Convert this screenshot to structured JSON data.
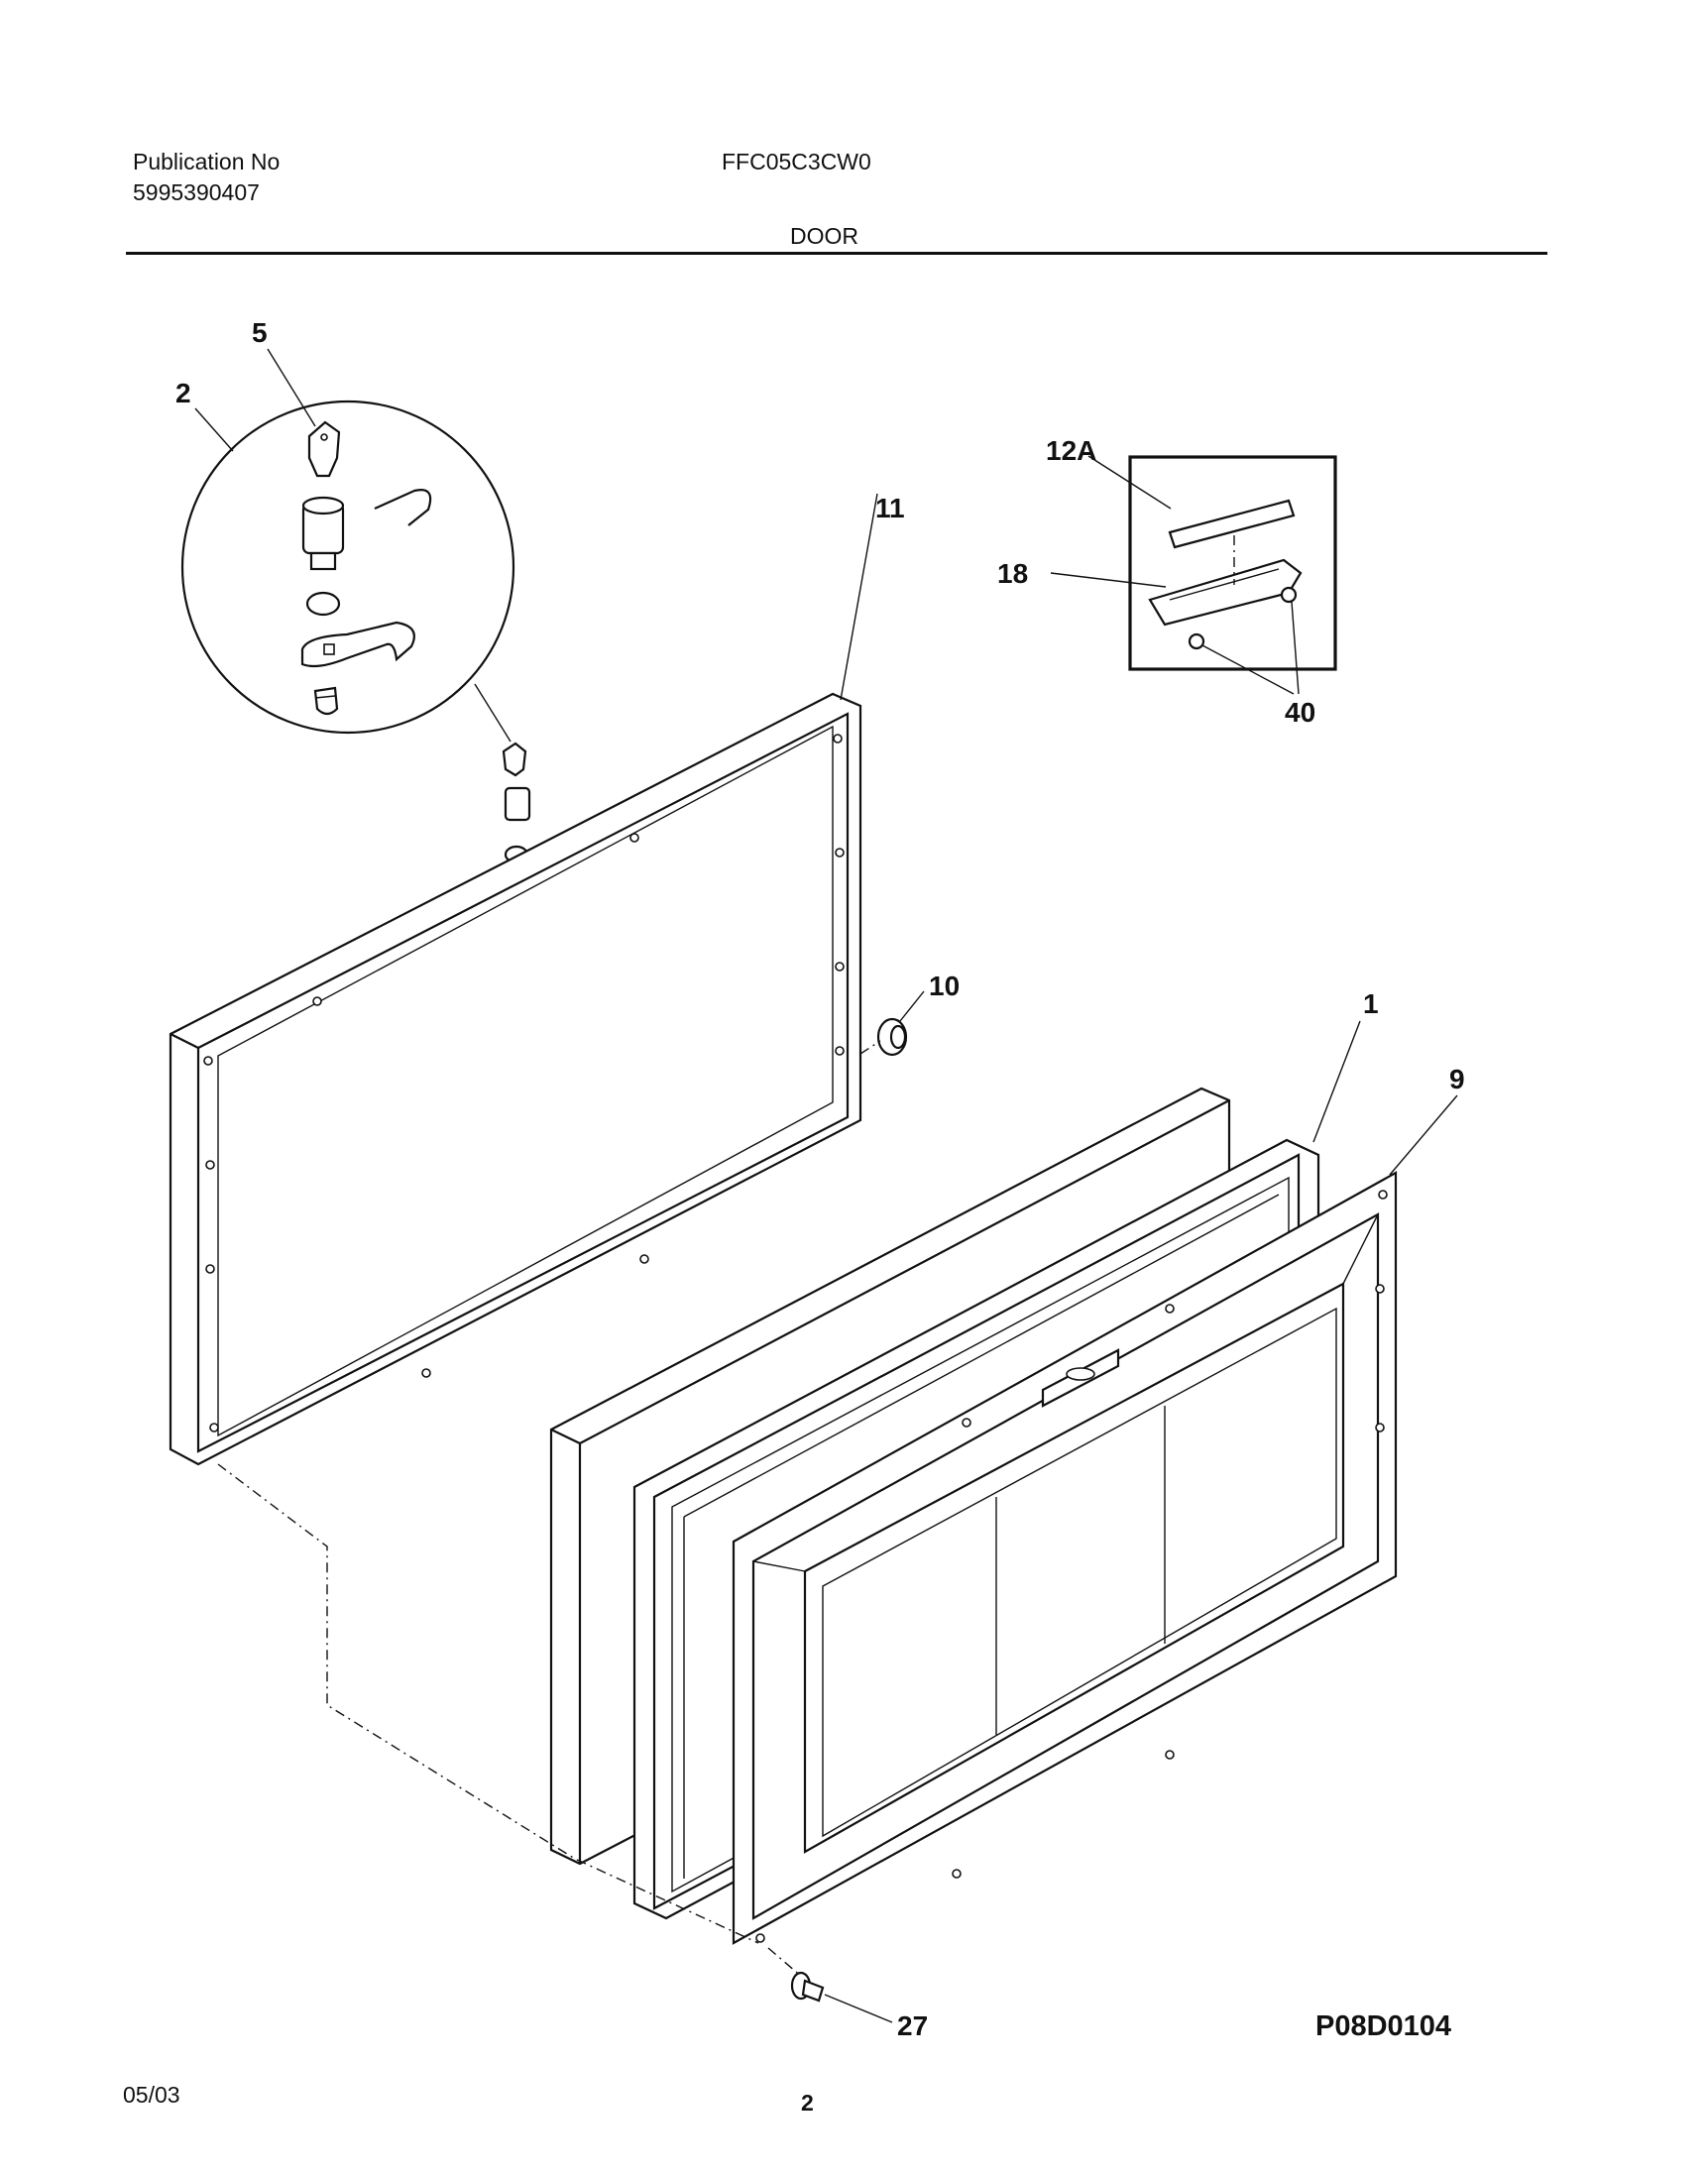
{
  "header": {
    "publication_label": "Publication No",
    "publication_number": "5995390407",
    "model": "FFC05C3CW0",
    "section_title": "DOOR"
  },
  "callouts": {
    "c5": "5",
    "c2": "2",
    "c11": "11",
    "c12a": "12A",
    "c18": "18",
    "c40": "40",
    "c10": "10",
    "c1": "1",
    "c9": "9",
    "c27": "27"
  },
  "drawing_code": "P08D0104",
  "footer": {
    "date": "05/03",
    "page": "2"
  }
}
